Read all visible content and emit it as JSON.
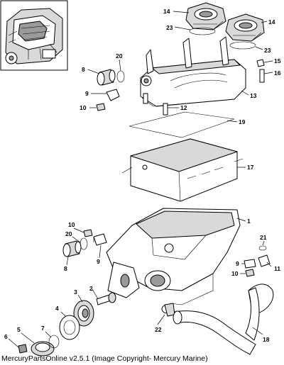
{
  "caption": "MercuryPartsOnline v2.5.1 (Image Copyright- Mercury Marine)",
  "callouts": {
    "c1": "1",
    "c2": "2",
    "c3": "3",
    "c4": "4",
    "c5": "5",
    "c6": "6",
    "c7": "7",
    "c8a": "8",
    "c8b": "8",
    "c9a": "9",
    "c9b": "9",
    "c9c": "9",
    "c10a": "10",
    "c10b": "10",
    "c10c": "10",
    "c11": "11",
    "c12": "12",
    "c13": "13",
    "c14a": "14",
    "c14b": "14",
    "c15": "15",
    "c16": "16",
    "c17": "17",
    "c18": "18",
    "c19": "19",
    "c20a": "20",
    "c20b": "20",
    "c21": "21",
    "c22": "22",
    "c23a": "23",
    "c23b": "23"
  }
}
